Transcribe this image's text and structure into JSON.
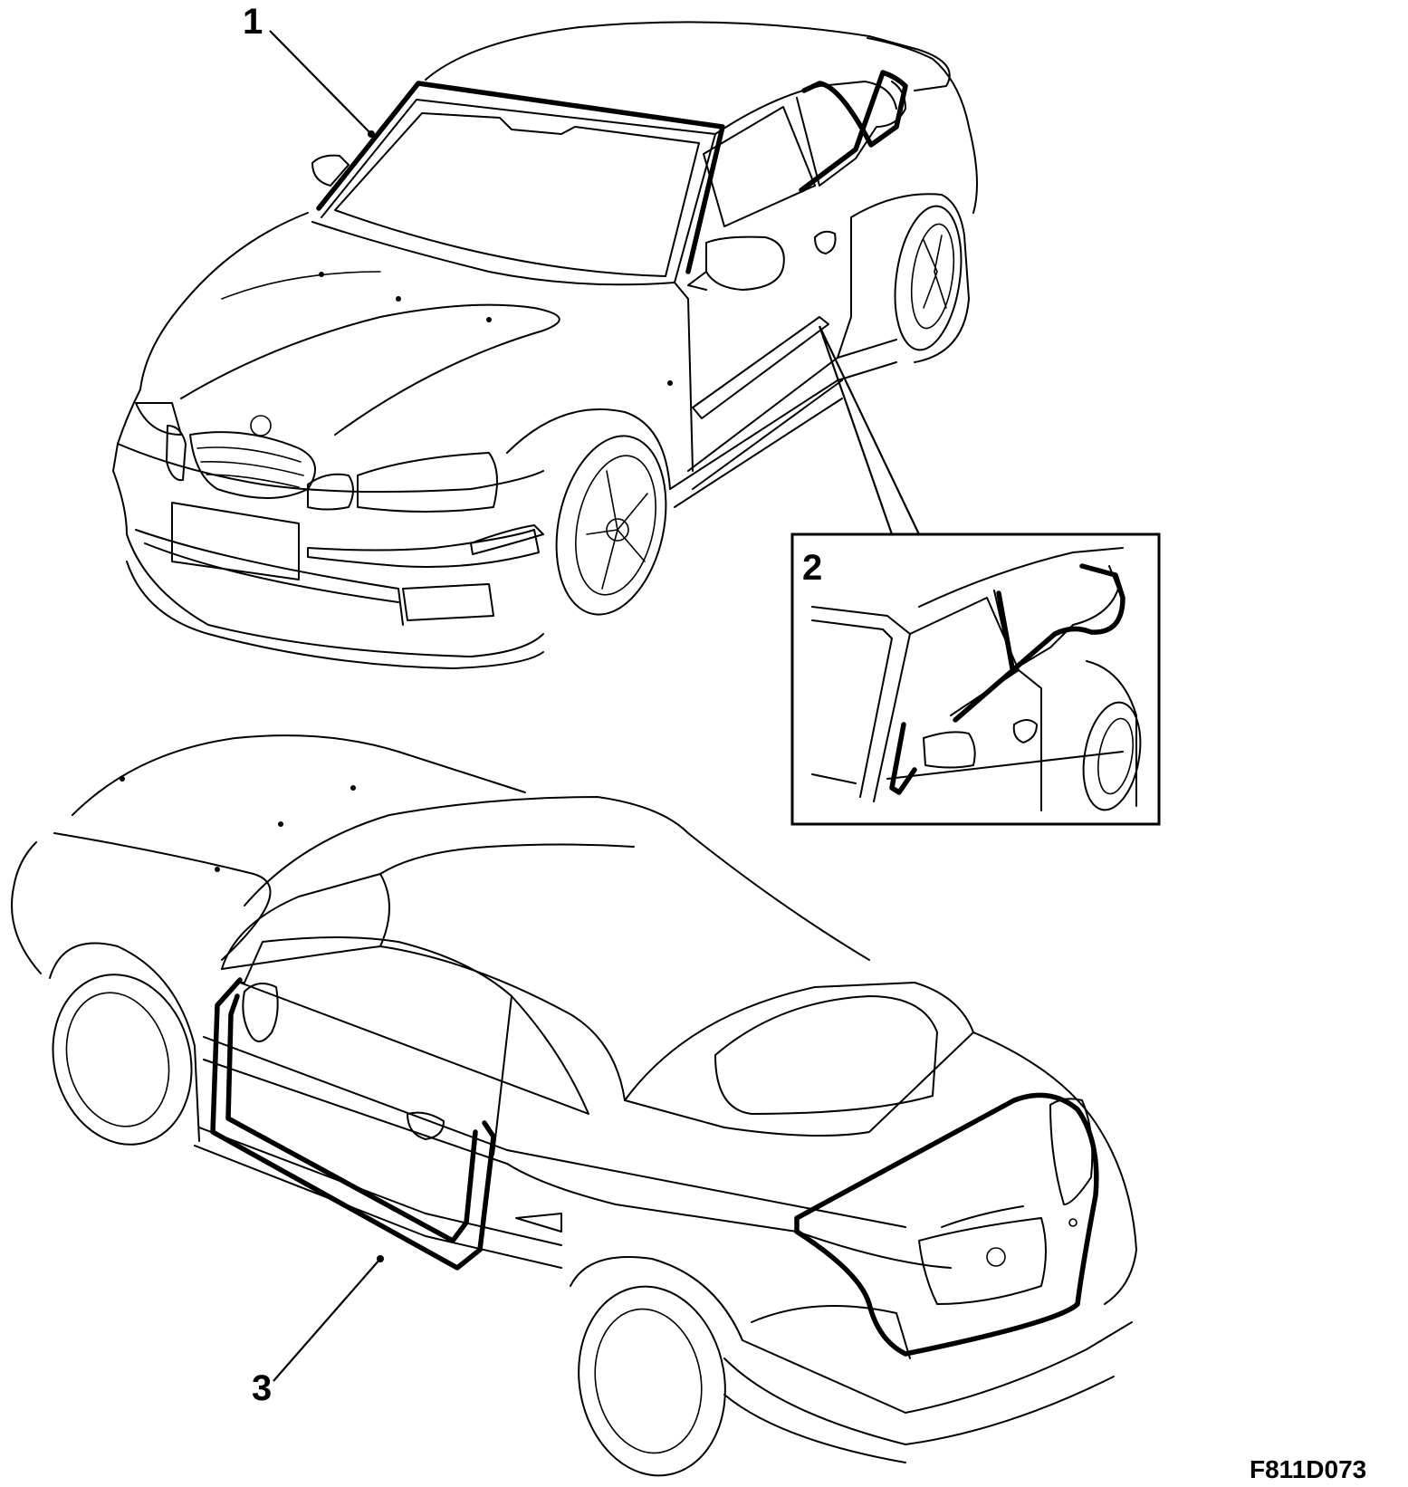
{
  "callouts": {
    "c1": "1",
    "c2": "2",
    "c3": "3"
  },
  "figure_code": "F811D073"
}
